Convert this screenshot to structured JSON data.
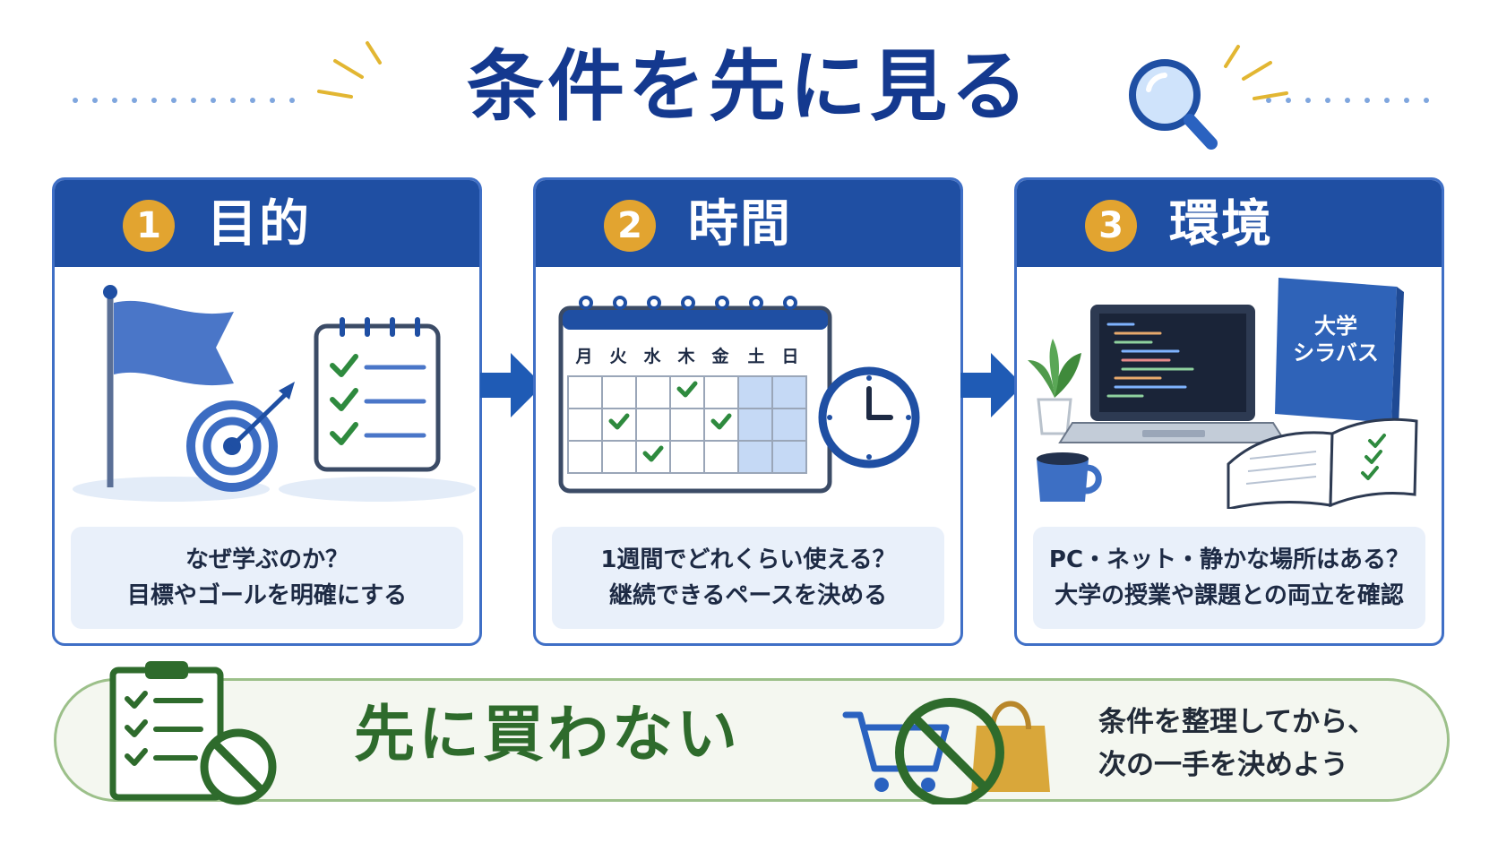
{
  "header": {
    "title": "条件を先に見る"
  },
  "cards": [
    {
      "number": "1",
      "title": "目的",
      "lines": [
        "なぜ学ぶのか？",
        "目標やゴールを明確にする"
      ]
    },
    {
      "number": "2",
      "title": "時間",
      "weekdays": [
        "月",
        "火",
        "水",
        "木",
        "金",
        "土",
        "日"
      ],
      "lines": [
        "1週間でどれくらい使える？",
        "継続できるペースを決める"
      ]
    },
    {
      "number": "3",
      "title": "環境",
      "book_title": [
        "大学",
        "シラバス"
      ],
      "lines": [
        "PC・ネット・静かな場所はある？",
        "大学の授業や課題との両立を確認"
      ]
    }
  ],
  "banner": {
    "title": "先に買わない",
    "lines": [
      "条件を整理してから、",
      "次の一手を決めよう"
    ]
  },
  "colors": {
    "primary": "#1f4fa3",
    "title": "#14398f",
    "accent": "#e2a430",
    "green": "#2e6b2c",
    "panel": "#e9f0fa"
  },
  "icons": [
    "magnifier-icon",
    "flag-icon",
    "target-icon",
    "checklist-icon",
    "calendar-icon",
    "clock-icon",
    "plant-icon",
    "laptop-icon",
    "book-icon",
    "mug-icon",
    "no-clipboard-icon",
    "no-shopping-icon"
  ]
}
